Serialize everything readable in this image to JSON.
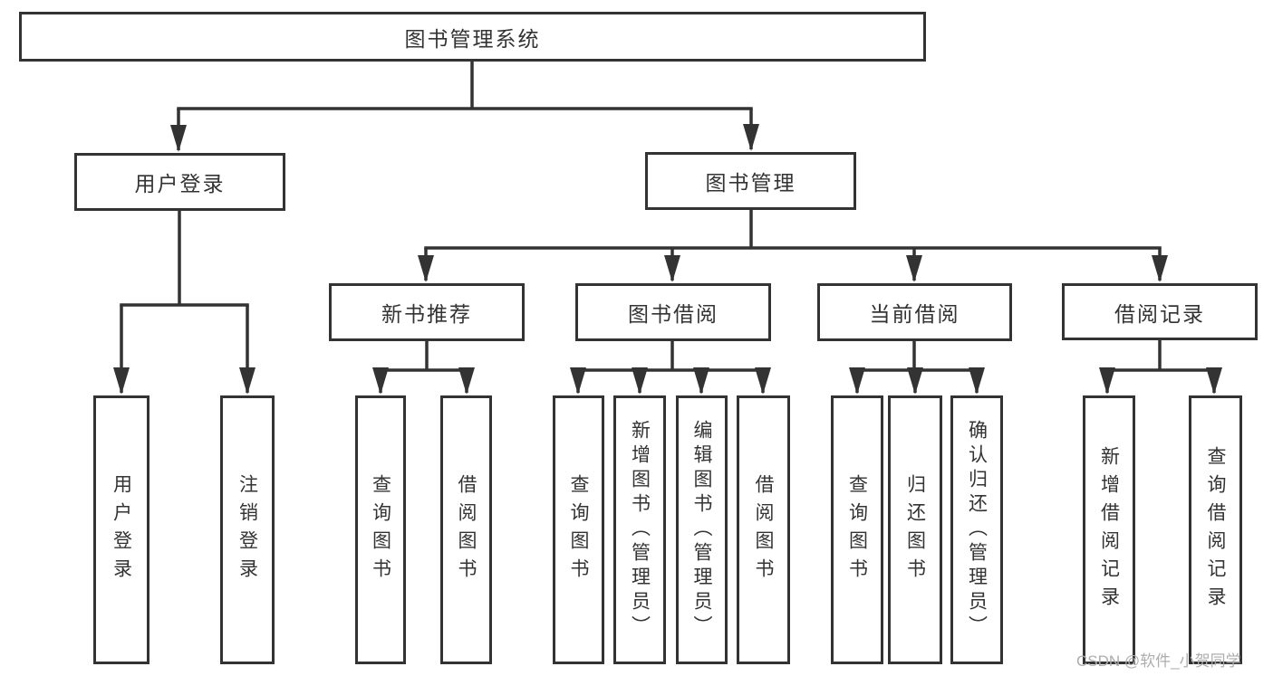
{
  "tree": {
    "root": {
      "label": "图书管理系统"
    },
    "branches": [
      {
        "label": "用户登录",
        "children": [
          {
            "label": "用户登录"
          },
          {
            "label": "注销登录"
          }
        ]
      },
      {
        "label": "图书管理",
        "children": [
          {
            "label": "新书推荐",
            "children": [
              {
                "label": "查询图书"
              },
              {
                "label": "借阅图书"
              }
            ]
          },
          {
            "label": "图书借阅",
            "children": [
              {
                "label": "查询图书"
              },
              {
                "label": "新增图书（管理员）"
              },
              {
                "label": "编辑图书（管理员）"
              },
              {
                "label": "借阅图书"
              }
            ]
          },
          {
            "label": "当前借阅",
            "children": [
              {
                "label": "查询图书"
              },
              {
                "label": "归还图书"
              },
              {
                "label": "确认归还（管理员）"
              }
            ]
          },
          {
            "label": "借阅记录",
            "children": [
              {
                "label": "新增借阅记录"
              },
              {
                "label": "查询借阅记录"
              }
            ]
          }
        ]
      }
    ]
  },
  "watermark": {
    "text": "CSDN @软件_小贺同学"
  },
  "colors": {
    "line": "#333333",
    "text": "#333333",
    "box_fill": "#ffffff",
    "watermark": "#adadad",
    "background": "#ffffff"
  }
}
